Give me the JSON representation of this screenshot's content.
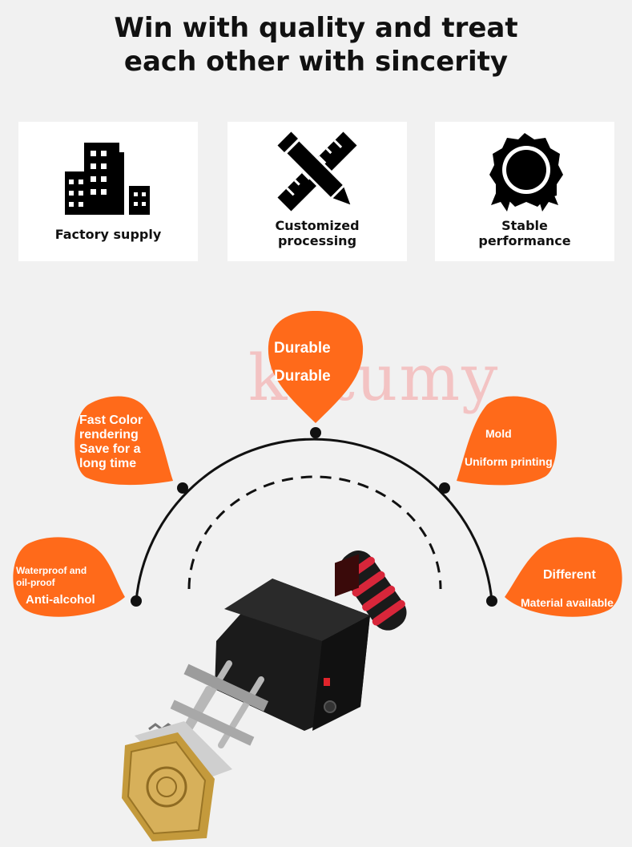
{
  "header": {
    "title_line1": "Win with quality and treat",
    "title_line2": "each other with sincerity"
  },
  "features": [
    {
      "label": "Factory supply",
      "icon": "building-icon"
    },
    {
      "label_line1": "Customized",
      "label_line2": "processing",
      "icon": "pencil-ruler-icon"
    },
    {
      "label_line1": "Stable",
      "label_line2": "performance",
      "icon": "award-badge-icon"
    }
  ],
  "watermark": "kotumy",
  "bubbles": {
    "top": {
      "line1": "Durable",
      "line2": "Durable"
    },
    "upper_left": {
      "line1": "Fast Color",
      "line2": "rendering",
      "line3": "Save for a",
      "line4": "long time"
    },
    "upper_right": {
      "line1": "Mold",
      "line2": "Uniform printing"
    },
    "lower_left": {
      "line1": "Waterproof and",
      "line2": "oil-proof",
      "line3": "Anti-alcohol"
    },
    "lower_right": {
      "line1": "Different",
      "line2": "Material available"
    }
  },
  "colors": {
    "accent": "#ff6a1a",
    "text": "#111111",
    "background": "#f1f1f1"
  }
}
